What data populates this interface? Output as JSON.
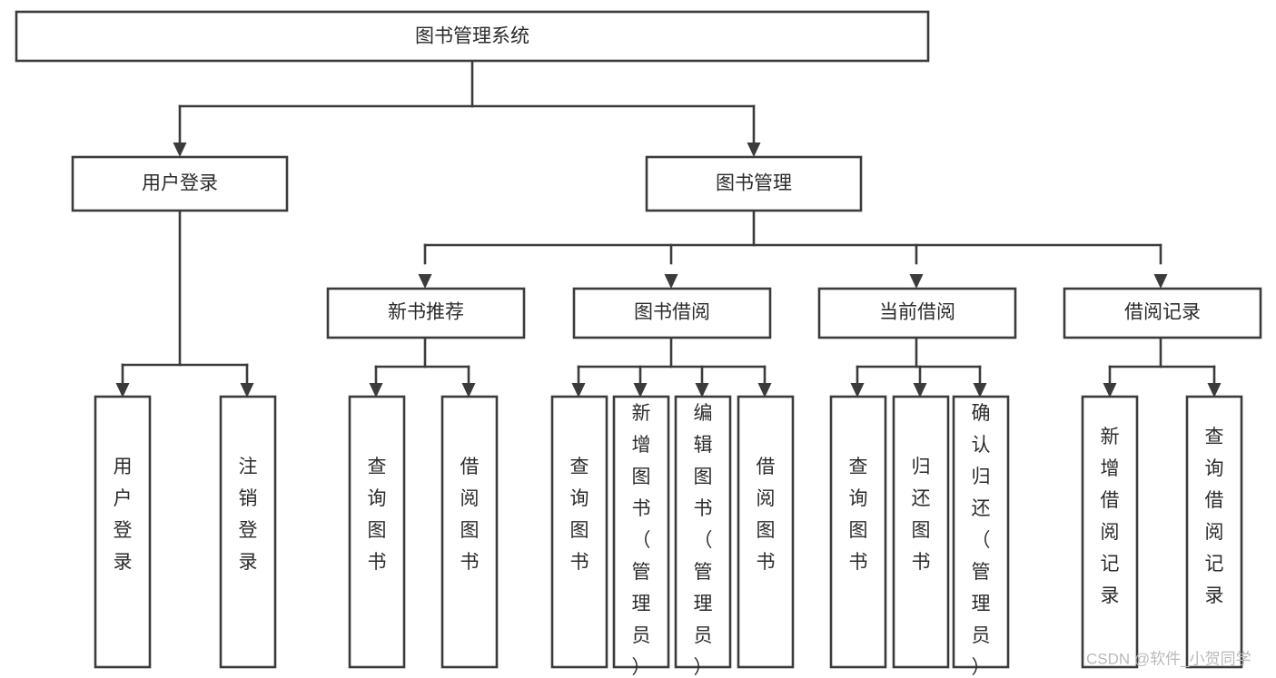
{
  "diagram": {
    "title": "图书管理系统",
    "type": "tree-hierarchy-chart",
    "orientation": "top-down",
    "colors": {
      "box_stroke": "#3b3b3b",
      "box_fill": "#ffffff",
      "connector": "#3b3b3b",
      "text": "#2b2b2b",
      "background": "#ffffff",
      "watermark": "#b9b9b9"
    },
    "root": {
      "label": "图书管理系统",
      "orientation": "horizontal"
    },
    "level1": [
      {
        "label": "用户登录",
        "orientation": "horizontal",
        "children": [
          {
            "label": "用户登录",
            "orientation": "vertical"
          },
          {
            "label": "注销登录",
            "orientation": "vertical"
          }
        ]
      },
      {
        "label": "图书管理",
        "orientation": "horizontal",
        "children": []
      }
    ],
    "level2": [
      {
        "label": "新书推荐",
        "orientation": "horizontal",
        "children": [
          {
            "label": "查询图书",
            "orientation": "vertical"
          },
          {
            "label": "借阅图书",
            "orientation": "vertical"
          }
        ]
      },
      {
        "label": "图书借阅",
        "orientation": "horizontal",
        "children": [
          {
            "label": "查询图书",
            "orientation": "vertical"
          },
          {
            "label": "新增图书（管理员）",
            "orientation": "vertical"
          },
          {
            "label": "编辑图书（管理员）",
            "orientation": "vertical"
          },
          {
            "label": "借阅图书",
            "orientation": "vertical"
          }
        ]
      },
      {
        "label": "当前借阅",
        "orientation": "horizontal",
        "children": [
          {
            "label": "查询图书",
            "orientation": "vertical"
          },
          {
            "label": "归还图书",
            "orientation": "vertical"
          },
          {
            "label": "确认归还（管理员）",
            "orientation": "vertical"
          }
        ]
      },
      {
        "label": "借阅记录",
        "orientation": "horizontal",
        "children": [
          {
            "label": "新增借阅记录",
            "orientation": "vertical"
          },
          {
            "label": "查询借阅记录",
            "orientation": "vertical"
          }
        ]
      }
    ],
    "watermark": "CSDN @软件_小贺同学"
  }
}
